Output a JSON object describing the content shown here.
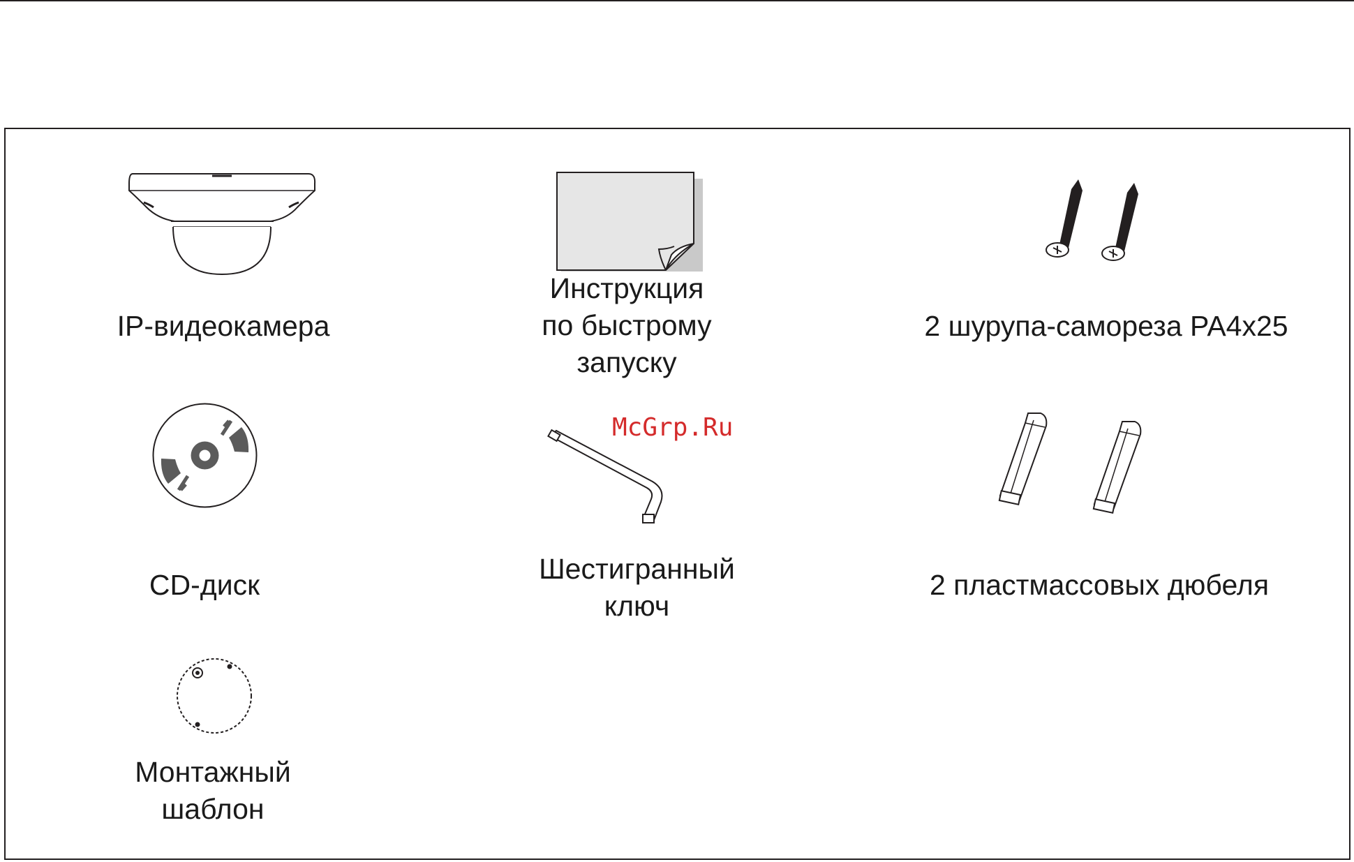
{
  "items": [
    {
      "id": "ip-camera",
      "label": "IP-видеокамера"
    },
    {
      "id": "quick-guide",
      "label": "Инструкция\nпо быстрому\nзапуску"
    },
    {
      "id": "screws",
      "label": "2 шурупа-самореза PA4x25"
    },
    {
      "id": "cd-disc",
      "label": "CD-диск"
    },
    {
      "id": "hex-key",
      "label": "Шестигранный\nключ"
    },
    {
      "id": "dowels",
      "label": "2 пластмассовых дюбеля"
    },
    {
      "id": "mounting-template",
      "label": "Монтажный\nшаблон"
    }
  ],
  "watermark": "McGrp.Ru",
  "colors": {
    "line": "#231f20",
    "watermark": "#d42b2b",
    "paper": "#e6e6e6",
    "disc_mark": "#5b5b5b"
  }
}
